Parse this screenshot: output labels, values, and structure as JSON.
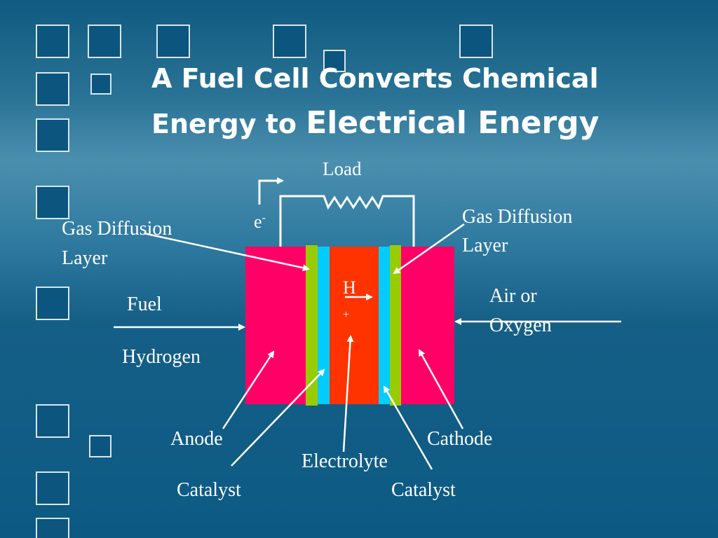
{
  "title": {
    "line1": "A Fuel Cell Converts Chemical",
    "line2a": "Energy to ",
    "line2b": "Electrical Energy"
  },
  "labels": {
    "load": "Load",
    "electron": "e",
    "electron_sup": "-",
    "gdl_left_1": "Gas Diffusion",
    "gdl_left_2": "Layer",
    "gdl_right_1": "Gas Diffusion",
    "gdl_right_2": "Layer",
    "fuel": "Fuel",
    "hydrogen": "Hydrogen",
    "air_1": "Air or",
    "air_2": "Oxygen",
    "proton_h": "H",
    "proton_plus": "+",
    "anode": "Anode",
    "catalyst_left": "Catalyst",
    "electrolyte": "Electrolyte",
    "cathode": "Cathode",
    "catalyst_right": "Catalyst"
  },
  "colors": {
    "electrode": "#ff0066",
    "gas_diffusion_layer": "#99cc00",
    "catalyst_layer": "#00ccff",
    "electrolyte": "#ff3300",
    "line": "#ffffff"
  }
}
